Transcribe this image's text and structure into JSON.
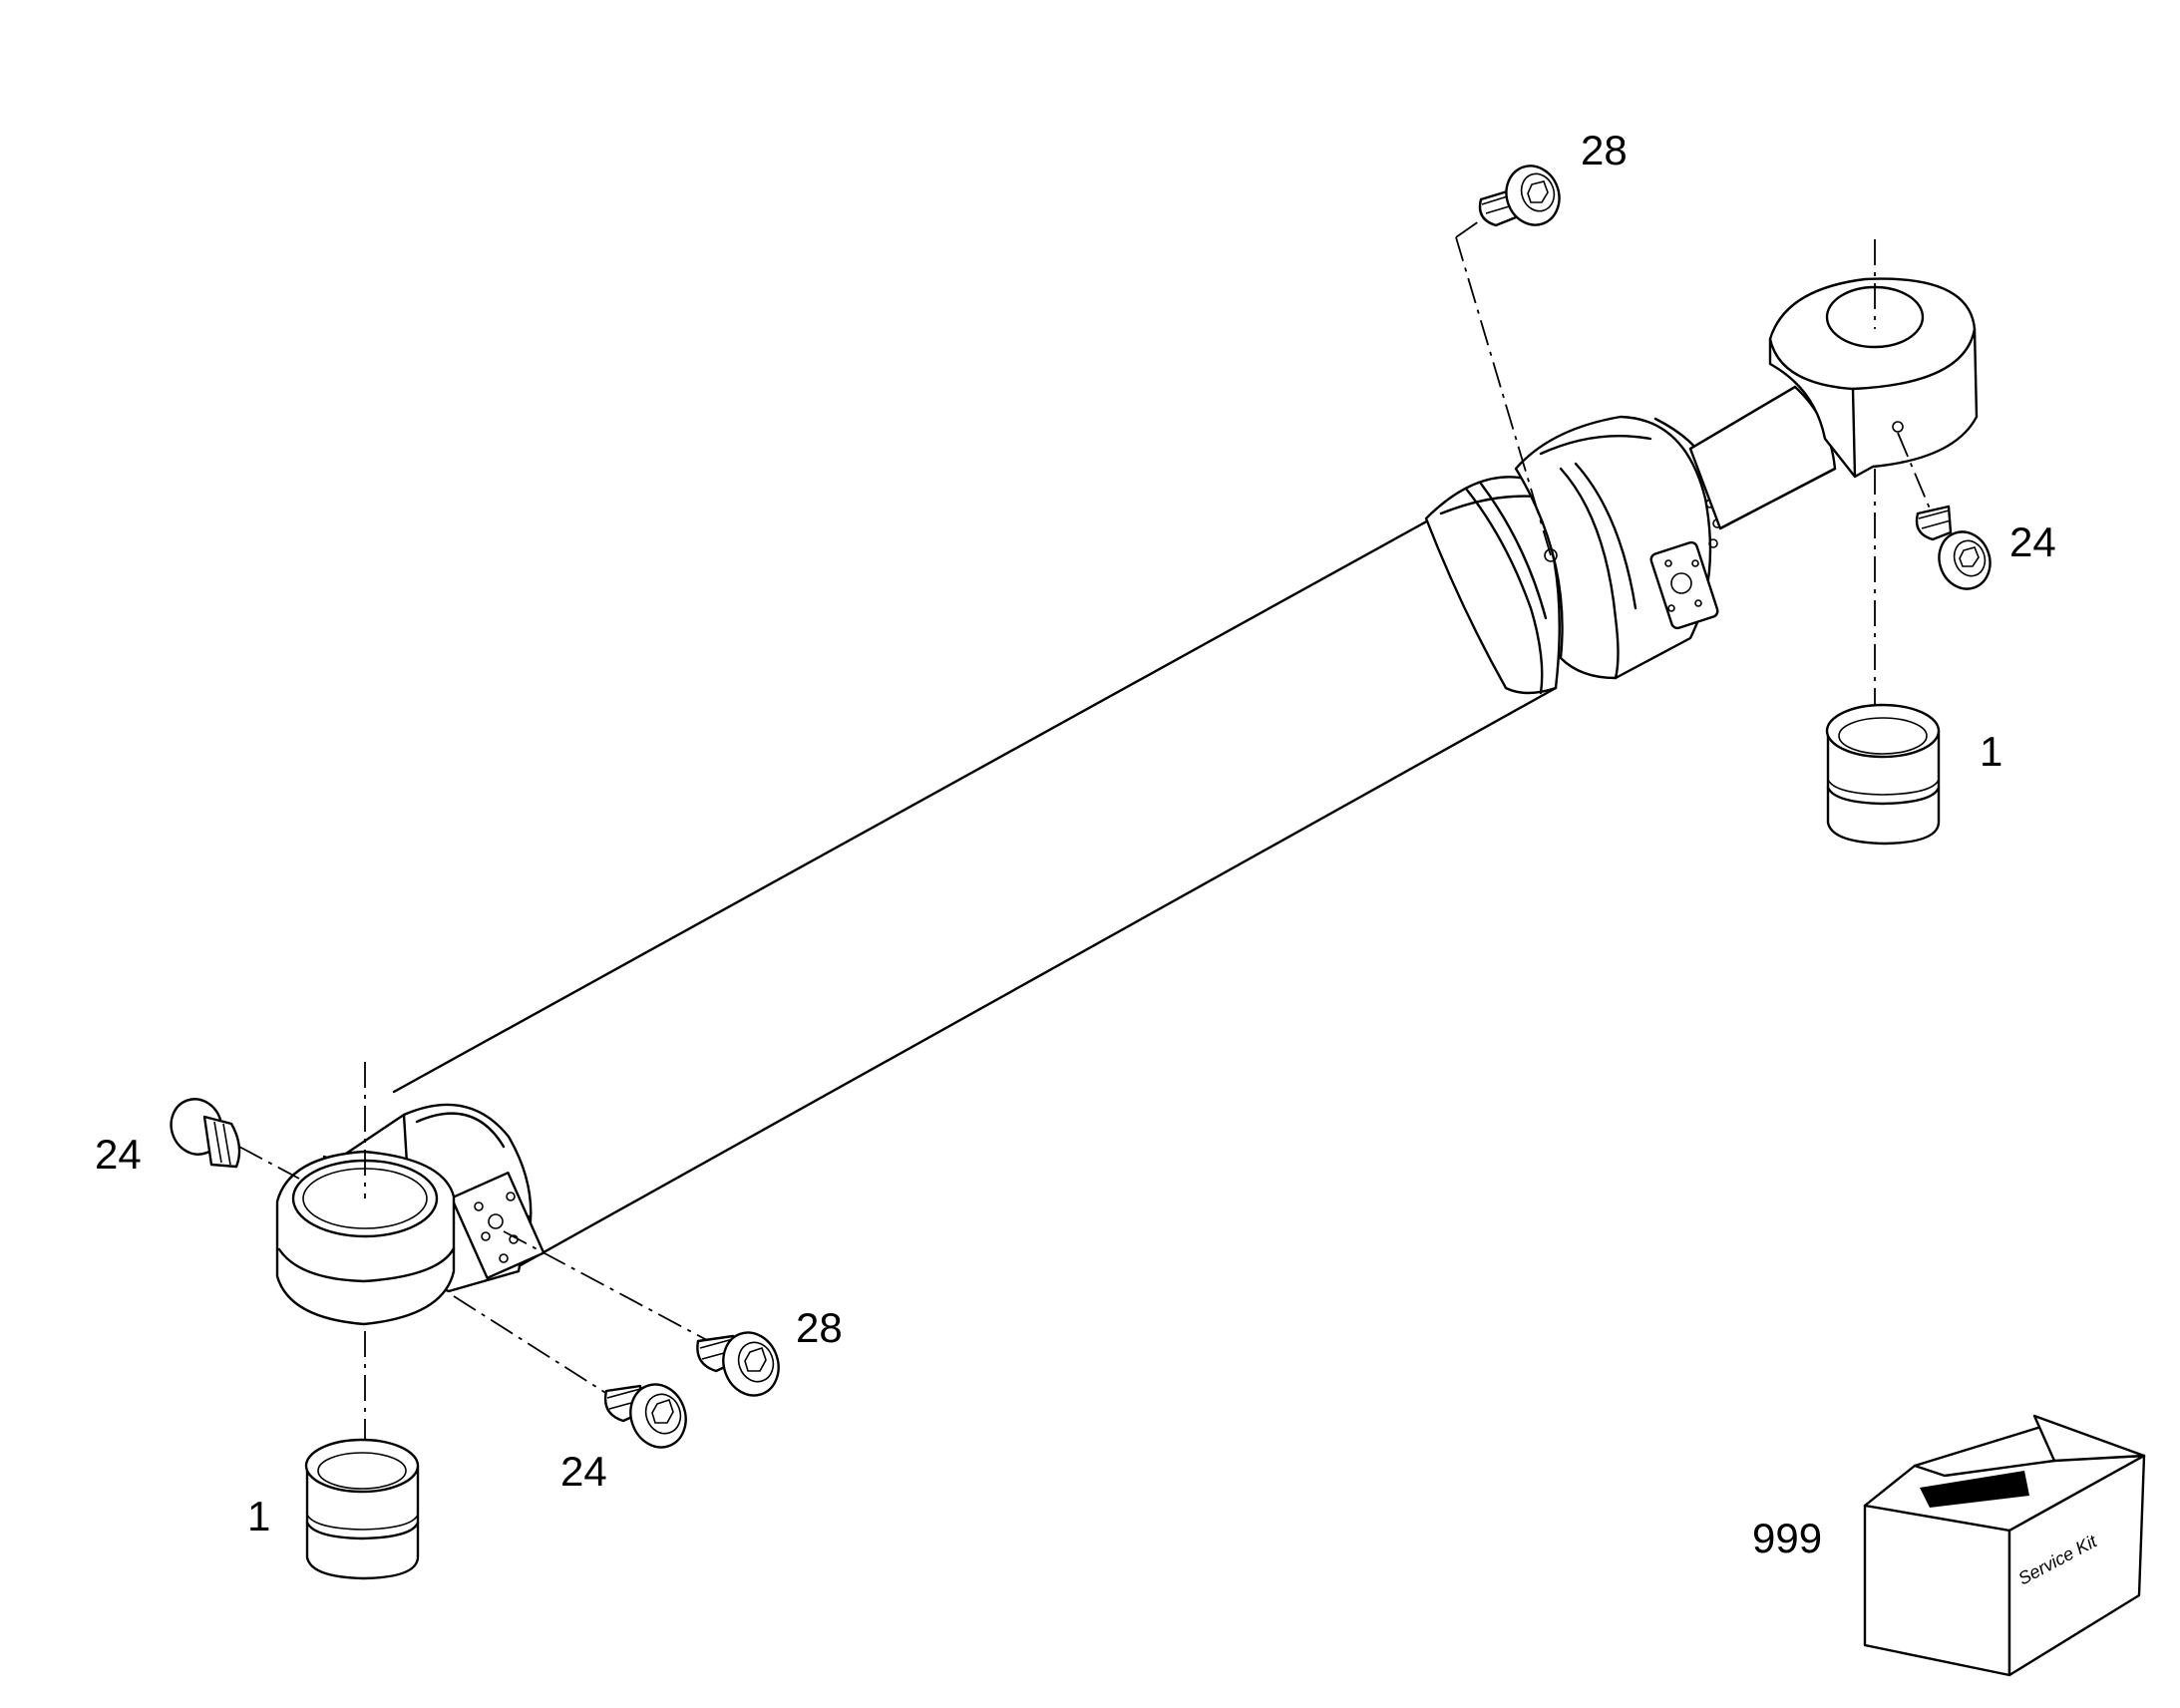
{
  "callouts": {
    "top_plug": "28",
    "right_screw": "24",
    "right_bushing": "1",
    "left_screw_top": "24",
    "left_plug": "28",
    "left_screw_bottom": "24",
    "left_bushing": "1",
    "service_kit_item": "999"
  },
  "service_kit": {
    "box_text": "Service Kit"
  },
  "icons": {
    "kit": "cardboard-box-icon"
  }
}
